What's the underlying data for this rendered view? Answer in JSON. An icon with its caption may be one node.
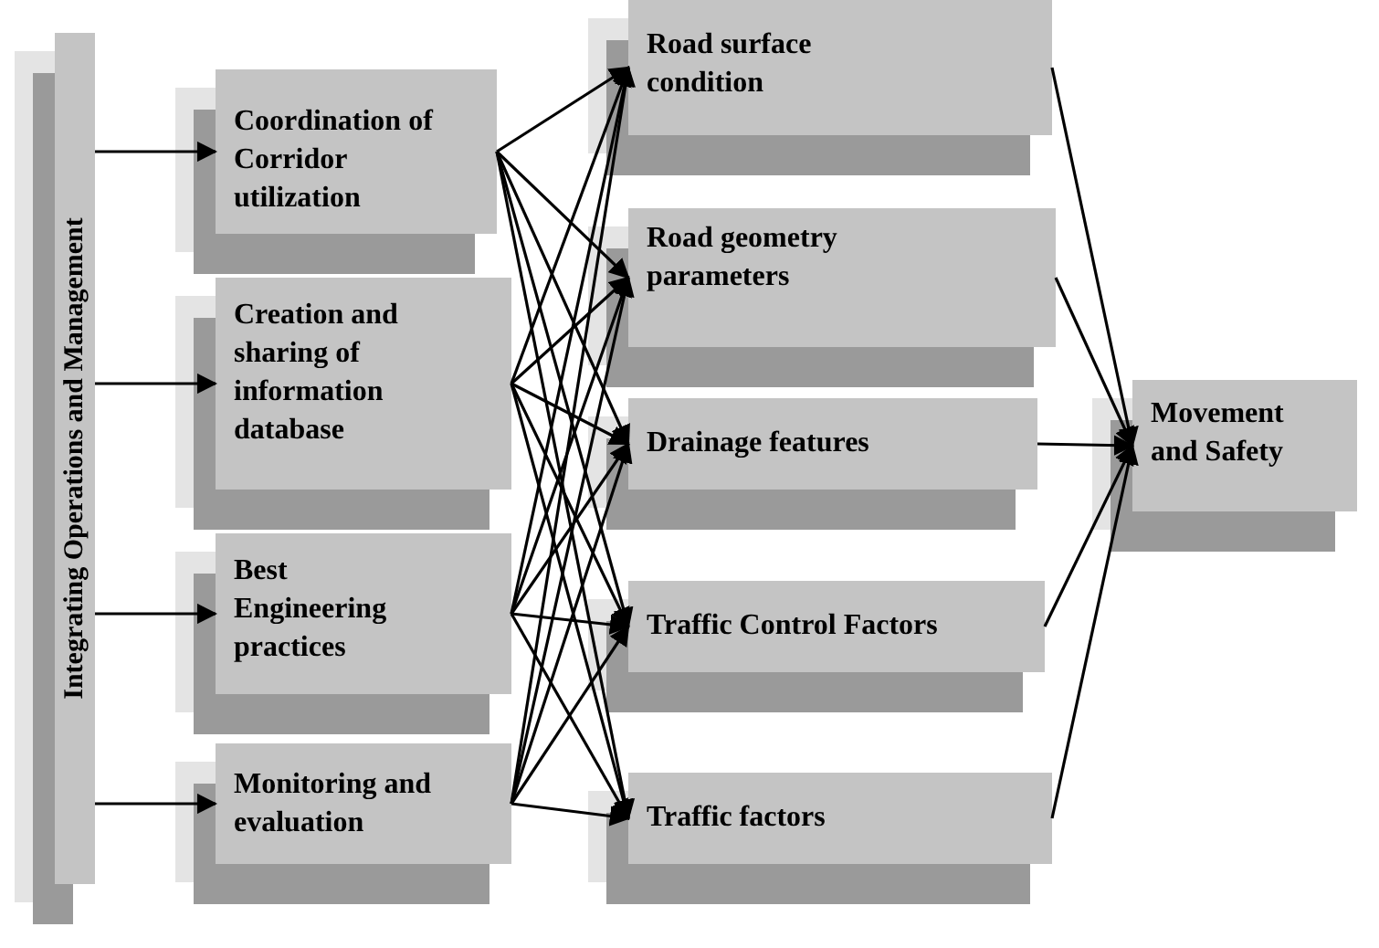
{
  "diagram": {
    "nodes": [
      {
        "text": [
          "Integrating Operations and Management"
        ]
      },
      {
        "text": [
          "Coordination of Corridor utilization"
        ]
      },
      {
        "text": [
          "Creation and sharing of information database"
        ]
      },
      {
        "text": [
          "Best Engineering practices"
        ]
      },
      {
        "text": [
          "Monitoring and evaluation"
        ]
      },
      {
        "text": [
          "Road surface condition"
        ]
      },
      {
        "text": [
          "Road geometry parameters"
        ]
      },
      {
        "text": [
          "Drainage features"
        ]
      },
      {
        "text": [
          "Traffic Control Factors"
        ]
      },
      {
        "text": [
          "Traffic factors"
        ]
      },
      {
        "text": [
          "Movement and Safety"
        ]
      }
    ],
    "edges": [
      {
        "from": 0,
        "to": 1,
        "arrow": "to"
      },
      {
        "from": 0,
        "to": 2,
        "arrow": "to"
      },
      {
        "from": 0,
        "to": 3,
        "arrow": "to"
      },
      {
        "from": 0,
        "to": 4,
        "arrow": "to"
      },
      {
        "from": 1,
        "to": 5,
        "arrow": "to"
      },
      {
        "from": 1,
        "to": 6,
        "arrow": "to"
      },
      {
        "from": 1,
        "to": 7,
        "arrow": "to"
      },
      {
        "from": 1,
        "to": 8,
        "arrow": "to"
      },
      {
        "from": 1,
        "to": 9,
        "arrow": "to"
      },
      {
        "from": 2,
        "to": 5,
        "arrow": "to"
      },
      {
        "from": 2,
        "to": 6,
        "arrow": "to"
      },
      {
        "from": 2,
        "to": 7,
        "arrow": "to"
      },
      {
        "from": 2,
        "to": 8,
        "arrow": "to"
      },
      {
        "from": 2,
        "to": 9,
        "arrow": "to"
      },
      {
        "from": 3,
        "to": 5,
        "arrow": "to"
      },
      {
        "from": 3,
        "to": 6,
        "arrow": "to"
      },
      {
        "from": 3,
        "to": 7,
        "arrow": "to"
      },
      {
        "from": 3,
        "to": 8,
        "arrow": "to"
      },
      {
        "from": 3,
        "to": 9,
        "arrow": "to"
      },
      {
        "from": 4,
        "to": 5,
        "arrow": "to"
      },
      {
        "from": 4,
        "to": 6,
        "arrow": "to"
      },
      {
        "from": 4,
        "to": 7,
        "arrow": "to"
      },
      {
        "from": 4,
        "to": 8,
        "arrow": "to"
      },
      {
        "from": 4,
        "to": 9,
        "arrow": "to"
      },
      {
        "from": 5,
        "to": 10,
        "arrow": "to"
      },
      {
        "from": 6,
        "to": 10,
        "arrow": "to"
      },
      {
        "from": 7,
        "to": 10,
        "arrow": "to"
      },
      {
        "from": 8,
        "to": 10,
        "arrow": "to"
      },
      {
        "from": 9,
        "to": 10,
        "arrow": "to"
      }
    ]
  }
}
